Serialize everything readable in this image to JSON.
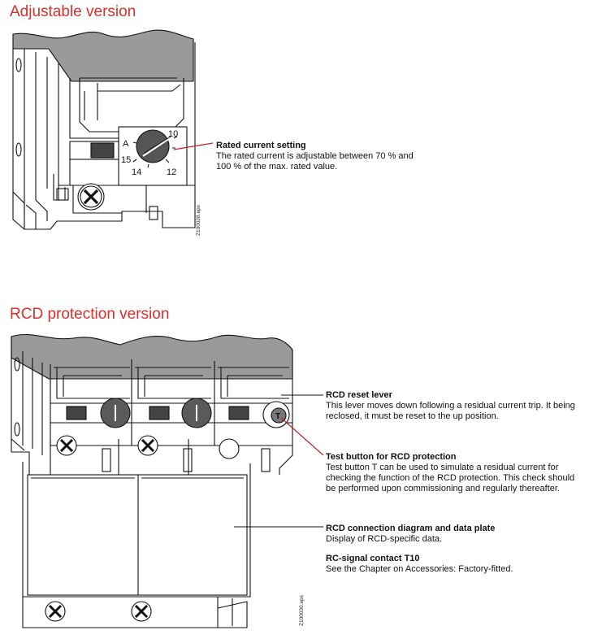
{
  "sections": {
    "adjustable_title": "Adjustable version",
    "rcd_title": "RCD protection version"
  },
  "dial": {
    "unit": "A",
    "labels": [
      "10",
      "15",
      "14",
      "12"
    ]
  },
  "callouts": {
    "rated_current": {
      "heading": "Rated current setting",
      "body": "The rated current is adjustable between 70 % and\n100 % of the max. rated value."
    },
    "reset_lever": {
      "heading": "RCD reset lever",
      "body": "This lever moves down following a residual current trip. It being\nreclosed, it must be reset to the up position."
    },
    "test_button": {
      "heading": "Test button for RCD protection",
      "body": "Test button T can be used to simulate a residual current for\nchecking the function of the RCD protection. This check should\nbe performed upon commissioning and regularly thereafter."
    },
    "connection_diagram": {
      "heading": "RCD connection diagram and data plate",
      "body": "Display of RCD-specific data."
    },
    "signal_contact": {
      "heading": "RC-signal contact T10",
      "body": "See the Chapter on Accessories: Factory-fitted."
    }
  },
  "test_button_letter": "T",
  "drawing_codes": {
    "top": "Z100028.eps",
    "bottom": "Z100030.eps"
  },
  "colors": {
    "title_red": "#d9302a",
    "line_red": "#c0201e",
    "knob_gray": "#5a5a5a"
  }
}
